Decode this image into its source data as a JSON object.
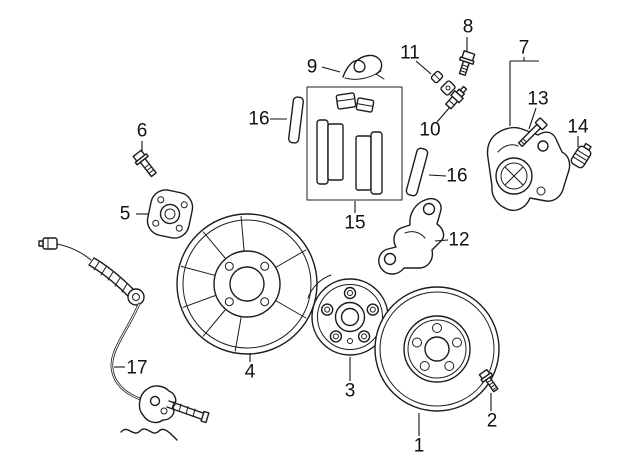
{
  "page": {
    "background": "#ffffff",
    "line_color": "#1c1c1c",
    "label_color": "#111111"
  },
  "diagram": {
    "kind": "exploded-parts-diagram",
    "subject": "rear disc brake assembly",
    "callouts": [
      {
        "label": "1",
        "part": "brake-rotor"
      },
      {
        "label": "2",
        "part": "rotor-set-screw"
      },
      {
        "label": "3",
        "part": "wheel-hub"
      },
      {
        "label": "4",
        "part": "splash-shield"
      },
      {
        "label": "5",
        "part": "backing-plate"
      },
      {
        "label": "6",
        "part": "shield-bolt"
      },
      {
        "label": "7",
        "part": "brake-caliper"
      },
      {
        "label": "8",
        "part": "caliper-bolt"
      },
      {
        "label": "9",
        "part": "pad-retaining-spring"
      },
      {
        "label": "10",
        "part": "bleeder-valve"
      },
      {
        "label": "11",
        "part": "bleeder-cap"
      },
      {
        "label": "12",
        "part": "caliper-bracket"
      },
      {
        "label": "13",
        "part": "guide-pin-bolt"
      },
      {
        "label": "14",
        "part": "guide-pin-boot"
      },
      {
        "label": "15",
        "part": "brake-pad-set"
      },
      {
        "label": "16",
        "part": "pad-shim-outer"
      },
      {
        "label": "16",
        "part": "pad-shim-inner"
      },
      {
        "label": "17",
        "part": "brake-hose-with-sensor-line"
      }
    ]
  }
}
